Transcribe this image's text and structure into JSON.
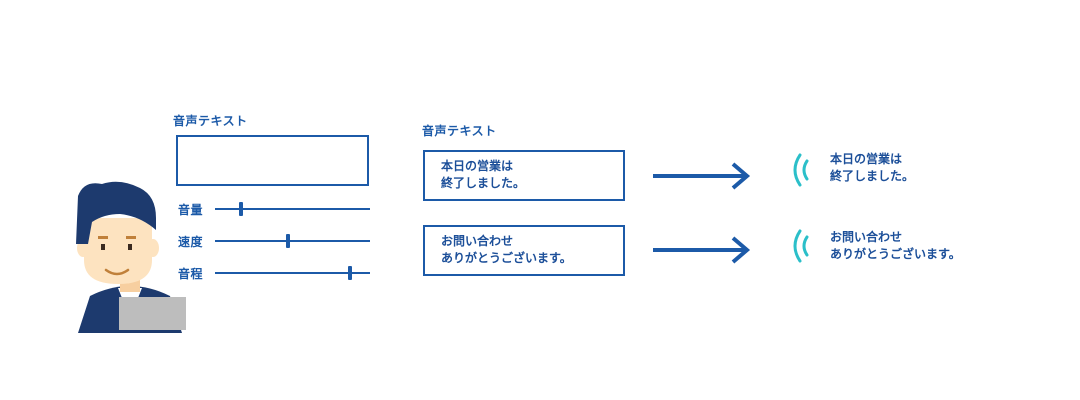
{
  "left_panel": {
    "title": "音声テキスト",
    "input_value": "",
    "sliders": [
      {
        "label": "音量",
        "level": 0.17
      },
      {
        "label": "速度",
        "level": 0.47
      },
      {
        "label": "音程",
        "level": 0.87
      }
    ]
  },
  "middle_panel": {
    "title": "音声テキスト",
    "boxes": [
      {
        "text": "本日の営業は\n終了しました。"
      },
      {
        "text": "お問い合わせ\nありがとうございます。"
      }
    ]
  },
  "outputs": [
    {
      "text": "本日の営業は\n終了しました。"
    },
    {
      "text": "お問い合わせ\nありがとうございます。"
    }
  ],
  "colors": {
    "primary": "#1c5aa8",
    "sound_wave": "#2bbfc9",
    "skin": "#fde3c0",
    "suit": "#1d3a6e",
    "laptop": "#bdbdbd"
  }
}
